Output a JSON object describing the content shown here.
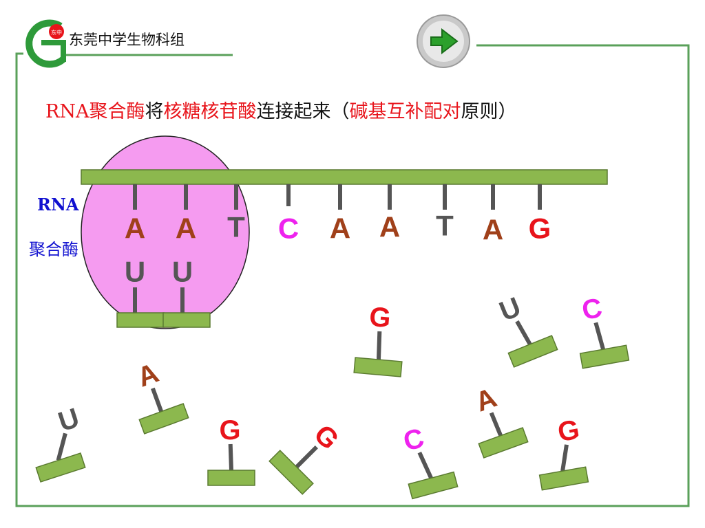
{
  "header": {
    "title": "东莞中学生物科组",
    "logo_mark": "东中",
    "logo_icon": "g-leaf-logo-icon",
    "next_icon": "arrow-right-icon"
  },
  "headline": {
    "parts": [
      {
        "text": "RNA聚合酶",
        "color": "#e8141b"
      },
      {
        "text": "将",
        "color": "#111111"
      },
      {
        "text": "核糖核苷酸",
        "color": "#e8141b"
      },
      {
        "text": "连接起来（",
        "color": "#111111"
      },
      {
        "text": "碱基互补配对",
        "color": "#e8141b"
      },
      {
        "text": "原则）",
        "color": "#111111"
      }
    ]
  },
  "enzyme": {
    "label_line1": "RNA",
    "label_line2": "聚合酶",
    "color": "#f59bf0"
  },
  "dna_template": {
    "bases": [
      "A",
      "A",
      "T",
      "C",
      "A",
      "A",
      "T",
      "A",
      "G"
    ]
  },
  "paired": {
    "bases": [
      "U",
      "U"
    ]
  },
  "free_nucleotides": {
    "bases": [
      "G",
      "U",
      "C",
      "A",
      "U",
      "G",
      "G",
      "C",
      "A",
      "G"
    ]
  },
  "colors": {
    "A": "#a0401a",
    "T": "#555555",
    "U": "#555555",
    "C": "#ee22ee",
    "G": "#e8141b",
    "strand": "#8cb84e",
    "frame": "#5aa05a"
  }
}
